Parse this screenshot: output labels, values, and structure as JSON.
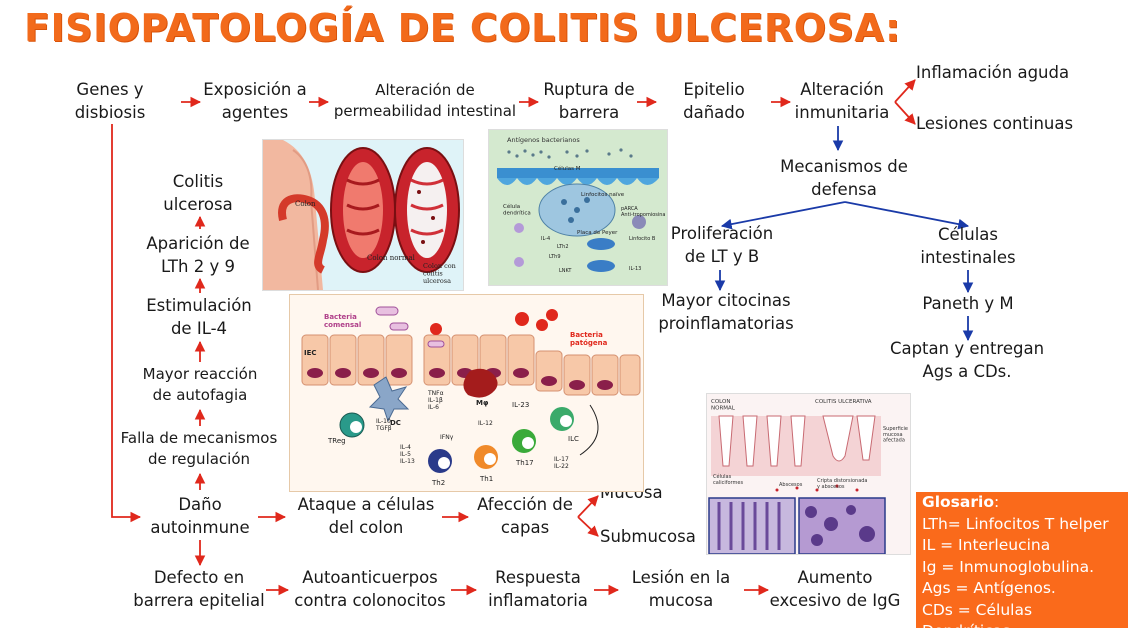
{
  "title": "FISIOPATOLOGÍA DE COLITIS ULCEROSA:",
  "nodes": {
    "genes": "Genes y\ndisbiosis",
    "exposicion": "Exposición a\nagentes",
    "alteracion_perm": "Alteración de\npermeabilidad intestinal",
    "ruptura": "Ruptura de\nbarrera",
    "epitelio": "Epitelio\ndañado",
    "alteracion_inm": "Alteración\ninmunitaria",
    "inflamacion": "Inflamación aguda",
    "lesiones": "Lesiones continuas",
    "mecanismos": "Mecanismos de\ndefensa",
    "proliferacion": "Proliferación\nde LT y B",
    "celulas_int": "Células\nintestinales",
    "citocinas": "Mayor citocinas\nproinflamatorias",
    "paneth": "Paneth y M",
    "captan": "Captan y entregan\nAgs a CDs.",
    "colitis": "Colitis\nulcerosa",
    "aparicion": "Aparición de\nLTh 2 y 9",
    "estimulacion": "Estimulación\nde IL-4",
    "autofagia": "Mayor reacción\nde autofagia",
    "falla": "Falla de mecanismos\nde regulación",
    "dano": "Daño\nautoinmune",
    "ataque": "Ataque a células\ndel colon",
    "afeccion": "Afección de\ncapas",
    "mucosa": "Mucosa",
    "submucosa": "Submucosa",
    "defecto": "Defecto en\nbarrera epitelial",
    "autoanticuerpos": "Autoanticuerpos\ncontra colonocitos",
    "respuesta": "Respuesta\ninflamatoria",
    "lesion": "Lesión en la\nmucosa",
    "aumento": "Aumento\nexcesivo de IgG"
  },
  "glosario": {
    "title": "Glosario",
    "items": [
      "LTh= Linfocitos T helper",
      "IL = Interleucina",
      "Ig = Inmunoglobulina.",
      "Ags = Antígenos.",
      "CDs = Células Dendríticas."
    ]
  },
  "figures": {
    "colon": {
      "colon": "Colon",
      "normal": "Colon normal",
      "uc": "Colon con\ncolitis\nulcerosa"
    },
    "peyer": {
      "antigenos": "Antígenos bacterianos",
      "celulas_m": "Células M",
      "celula_dendritica": "Célula\ndendrítica",
      "linfocitos": "Linfocitos naïve",
      "placa": "Placa de Peyer",
      "parca": "pARCA\nAnti-tropomiosina",
      "linfocito_b": "Linfocito B",
      "il4": "IL-4",
      "lth2": "LTh2",
      "lth9": "LTh9",
      "lnkt": "LNKT",
      "il13": "IL-13"
    },
    "immune": {
      "bacteria_comensal": "Bacteria\ncomensal",
      "bacteria_patogena": "Bacteria\npatógena",
      "iec": "IEC",
      "dc": "DC",
      "mphi": "Mφ",
      "tnf": "TNFα\nIL-1β\nIL-6",
      "il23": "IL-23",
      "il12": "IL-12",
      "ifng": "IFNγ",
      "treg": "TReg",
      "il10": "IL-10\nTGFβ",
      "il4513": "IL-4\nIL-5\nIL-13",
      "th2": "Th2",
      "th1": "Th1",
      "th17": "Th17",
      "ilc": "ILC",
      "il1722": "IL-17\nIL-22"
    },
    "histo": {
      "colon_normal": "COLON\nNORMAL",
      "colitis_ulcerativa": "COLITIS ULCERATIVA",
      "superficie": "Superficie\nmucosa\nafectada",
      "caliciformes": "Células\ncaliciformes",
      "abscesos": "Abscesos",
      "cripta": "Cripta distorsionada\ny abscesos"
    }
  },
  "colors": {
    "title": "#f26a1b",
    "arrow_red": "#e0281c",
    "arrow_blue": "#1a3aa8",
    "glosario_bg": "#fa6a1b"
  }
}
